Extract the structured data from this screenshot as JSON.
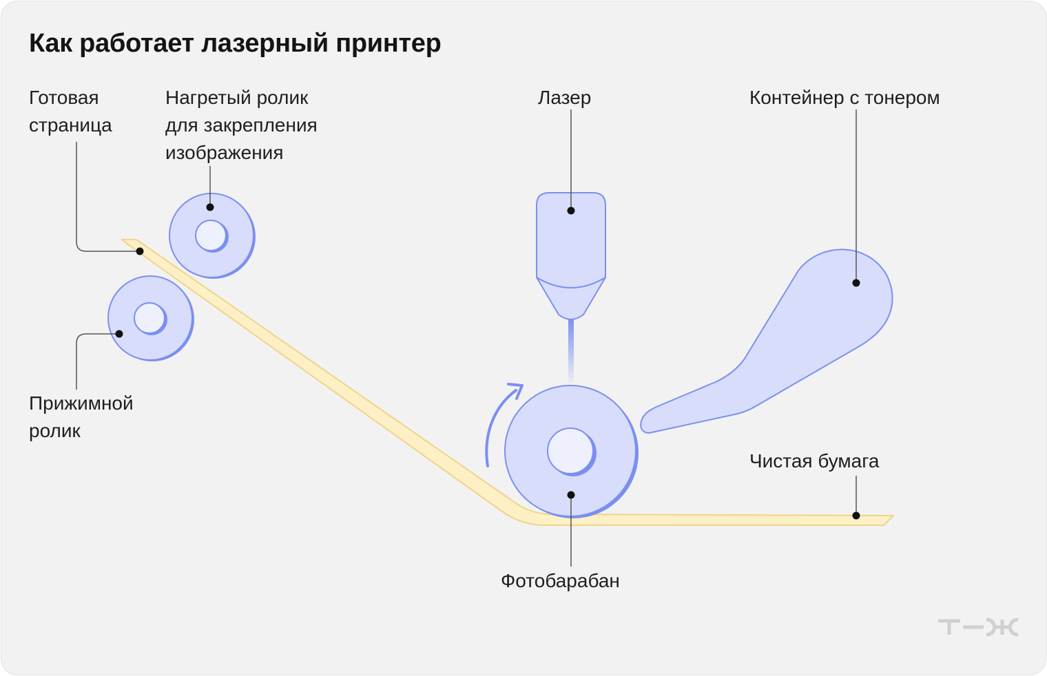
{
  "title": "Как работает лазерный принтер",
  "labels": {
    "ready_page": [
      "Готовая",
      "страница"
    ],
    "heated_roller": [
      "Нагретый ролик",
      "для закрепления",
      "изображения"
    ],
    "laser": "Лазер",
    "toner_container": "Контейнер с тонером",
    "pressure_roller": [
      "Прижимной",
      "ролик"
    ],
    "clean_paper": "Чистая бумага",
    "photodrum": "Фотобарабан"
  },
  "logo_text": "т—ж",
  "colors": {
    "background": "#f2f2f2",
    "paper_fill": "#fdf0c4",
    "paper_stroke": "#efd48a",
    "part_fill": "#d8ddfb",
    "part_stroke": "#7b8ff0",
    "hole_fill": "#eef0fd",
    "leader_line": "#555555",
    "dot": "#111111",
    "logo": "#d0d0d0"
  }
}
